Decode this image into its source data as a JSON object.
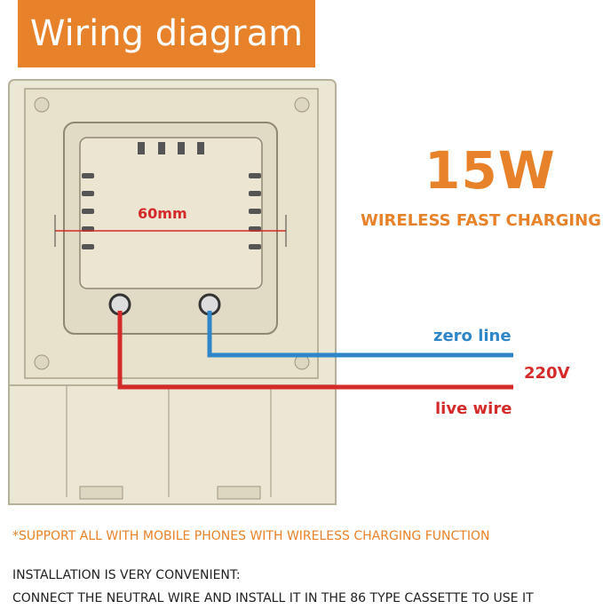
{
  "title": "Wiring diagram",
  "power": "15W",
  "subtitle": "WIRELESS FAST CHARGING",
  "dimension": "60mm",
  "labels": {
    "zero": "zero line",
    "voltage": "220V",
    "live": "live wire"
  },
  "note": "*SUPPORT ALL WITH MOBILE PHONES WITH WIRELESS CHARGING FUNCTION",
  "installation": {
    "line1": "INSTALLATION IS VERY CONVENIENT:",
    "line2": "CONNECT THE NEUTRAL WIRE AND INSTALL IT IN THE 86 TYPE CASSETTE TO USE IT"
  },
  "colors": {
    "accent": "#e8822a",
    "zero_wire": "#2e86c9",
    "live_wire": "#d42a2a",
    "plate": "#ece6d4"
  }
}
